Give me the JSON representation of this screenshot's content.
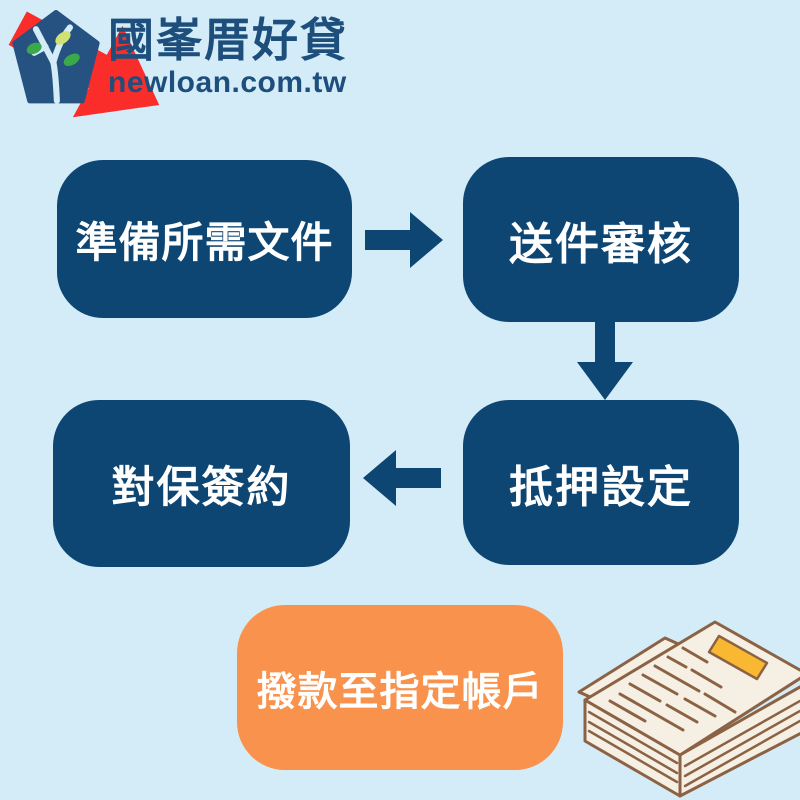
{
  "brand": {
    "name": "國峯厝好貸",
    "domain": "newloan.com.tw"
  },
  "flow": {
    "steps": [
      {
        "label": "準備所需文件"
      },
      {
        "label": "送件審核"
      },
      {
        "label": "抵押設定"
      },
      {
        "label": "對保簽約"
      },
      {
        "label": "撥款至指定帳戶"
      }
    ]
  },
  "icons": {
    "logo": "house-with-tree-icon",
    "step_connectors": [
      "arrow-right-icon",
      "arrow-down-icon",
      "arrow-left-icon"
    ],
    "final_connector": "red-diagonal-arrow-icon",
    "illustration": "documents-stack-illustration"
  },
  "colors": {
    "background": "#d3ecf8",
    "step_box": "#0d4573",
    "step_text": "#ffffff",
    "final_box": "#f9924d",
    "final_arrow": "#fa2d2b",
    "logo_navy": "#1d4e7c",
    "leaf_green": "#3aa94a",
    "leaf_light_green": "#cfe272",
    "paper_cream": "#f6efe3",
    "paper_outline": "#8b6244",
    "paper_highlight": "#f9b832"
  }
}
